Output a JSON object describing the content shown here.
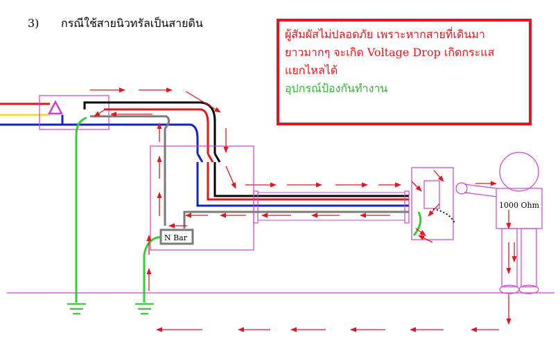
{
  "heading": {
    "number": "3)",
    "text": "กรณีใช้สายนิวทรัลเป็นสายดิน"
  },
  "note": {
    "warning_lines": [
      "ผู้สัมผัสไม่ปลอดภัย เพราะหากสายที่เดินมา",
      "ยาวมากๆ จะเกิด Voltage Drop เกิดกระแส",
      "แยกไหลได้"
    ],
    "device_line": "อุปกรณ์ป้องกันทำงาน"
  },
  "labels": {
    "n_bar": "N Bar",
    "resistance": "1000 Ohm"
  },
  "colors": {
    "line_red": "#e8141c",
    "line_black": "#000000",
    "line_blue": "#1020d0",
    "line_yellow": "#f0e020",
    "earth_green": "#2fd02f",
    "neutral_grey": "#7a7a7a",
    "box_magenta": "#d040d0",
    "arrow_red": "#e8141c"
  },
  "icons": [
    "ground-icon",
    "current-arrow-icon",
    "triangle-marker-icon"
  ]
}
